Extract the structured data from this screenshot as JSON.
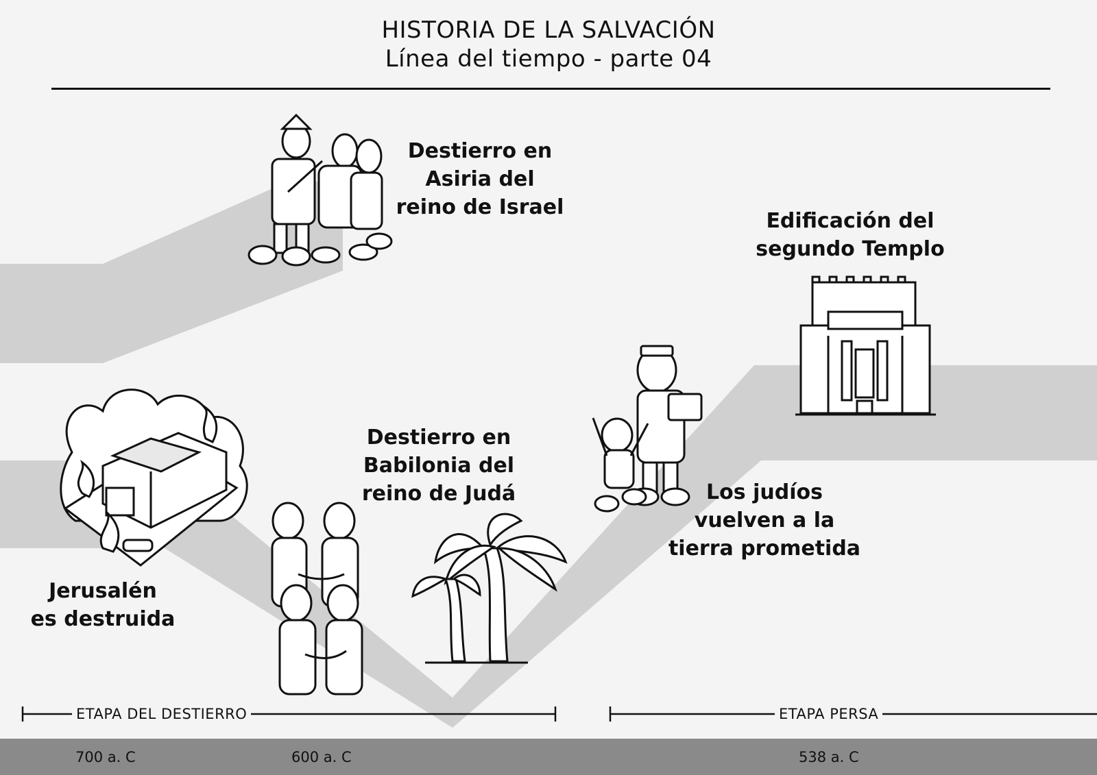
{
  "header": {
    "title": "HISTORIA DE LA SALVACIÓN",
    "subtitle": "Línea del tiempo - parte 04"
  },
  "events": {
    "asiria": [
      "Destierro en",
      "Asiria del",
      "reino de Israel"
    ],
    "templo": [
      "Edificación del",
      "segundo Templo"
    ],
    "jerusalen": [
      "Jerusalén",
      "es destruida"
    ],
    "babilonia": [
      "Destierro en",
      "Babilonia del",
      "reino de Judá"
    ],
    "retorno": [
      "Los judíos",
      "vuelven a la",
      "tierra prometida"
    ]
  },
  "stages": {
    "destierro": "ETAPA DEL DESTIERRO",
    "persa": "ETAPA PERSA"
  },
  "years": [
    "700 a. C",
    "600 a. C",
    "538 a. C"
  ],
  "colors": {
    "path": "#d0d0d0",
    "footer": "#8a8a8a",
    "background": "#f4f4f4"
  }
}
